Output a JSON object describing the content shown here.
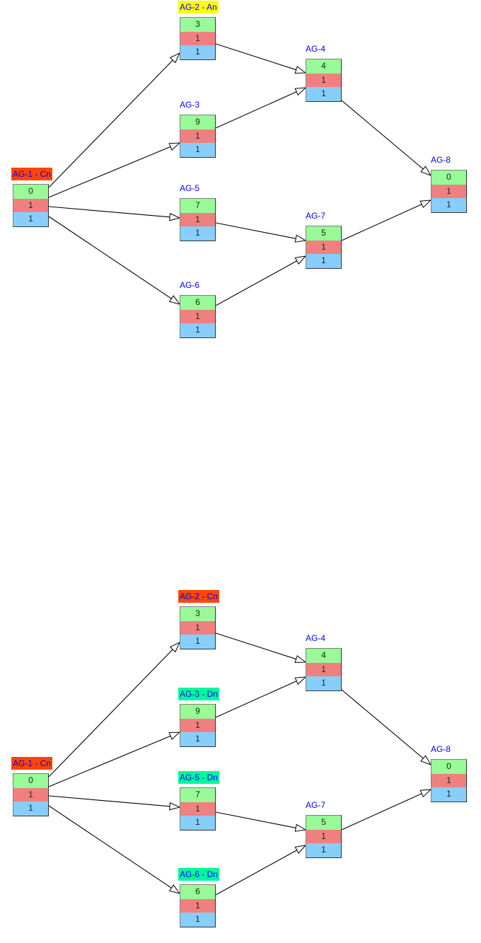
{
  "colors": {
    "row1": "#98fb98",
    "row2": "#f08080",
    "row3": "#87cefa",
    "label_text": "#0000ff",
    "status_Cn": "#ff4500",
    "status_An": "#ffff00",
    "status_Dn": "#00fa9a"
  },
  "graphs": [
    {
      "nodes": [
        {
          "id": "AG-1",
          "label": "AG-1 - Cn",
          "status": "Cn",
          "values": [
            "0",
            "1",
            "1"
          ]
        },
        {
          "id": "AG-2",
          "label": "AG-2 - An",
          "status": "An",
          "values": [
            "3",
            "1",
            "1"
          ]
        },
        {
          "id": "AG-3",
          "label": "AG-3",
          "status": "",
          "values": [
            "9",
            "1",
            "1"
          ]
        },
        {
          "id": "AG-4",
          "label": "AG-4",
          "status": "",
          "values": [
            "4",
            "1",
            "1"
          ]
        },
        {
          "id": "AG-5",
          "label": "AG-5",
          "status": "",
          "values": [
            "7",
            "1",
            "1"
          ]
        },
        {
          "id": "AG-6",
          "label": "AG-6",
          "status": "",
          "values": [
            "6",
            "1",
            "1"
          ]
        },
        {
          "id": "AG-7",
          "label": "AG-7",
          "status": "",
          "values": [
            "5",
            "1",
            "1"
          ]
        },
        {
          "id": "AG-8",
          "label": "AG-8",
          "status": "",
          "values": [
            "0",
            "1",
            "1"
          ]
        }
      ],
      "edges": [
        {
          "from": "AG-1",
          "to": "AG-2"
        },
        {
          "from": "AG-1",
          "to": "AG-3"
        },
        {
          "from": "AG-1",
          "to": "AG-5"
        },
        {
          "from": "AG-1",
          "to": "AG-6"
        },
        {
          "from": "AG-2",
          "to": "AG-4"
        },
        {
          "from": "AG-3",
          "to": "AG-4"
        },
        {
          "from": "AG-5",
          "to": "AG-7"
        },
        {
          "from": "AG-6",
          "to": "AG-7"
        },
        {
          "from": "AG-4",
          "to": "AG-8"
        },
        {
          "from": "AG-7",
          "to": "AG-8"
        }
      ]
    },
    {
      "nodes": [
        {
          "id": "AG-1",
          "label": "AG-1 - Cn",
          "status": "Cn",
          "values": [
            "0",
            "1",
            "1"
          ]
        },
        {
          "id": "AG-2",
          "label": "AG-2 - Cn",
          "status": "Cn",
          "values": [
            "3",
            "1",
            "1"
          ]
        },
        {
          "id": "AG-3",
          "label": "AG-3 - Dn",
          "status": "Dn",
          "values": [
            "9",
            "1",
            "1"
          ]
        },
        {
          "id": "AG-4",
          "label": "AG-4",
          "status": "",
          "values": [
            "4",
            "1",
            "1"
          ]
        },
        {
          "id": "AG-5",
          "label": "AG-5 - Dn",
          "status": "Dn",
          "values": [
            "7",
            "1",
            "1"
          ]
        },
        {
          "id": "AG-6",
          "label": "AG-6 - Dn",
          "status": "Dn",
          "values": [
            "6",
            "1",
            "1"
          ]
        },
        {
          "id": "AG-7",
          "label": "AG-7",
          "status": "",
          "values": [
            "5",
            "1",
            "1"
          ]
        },
        {
          "id": "AG-8",
          "label": "AG-8",
          "status": "",
          "values": [
            "0",
            "1",
            "1"
          ]
        }
      ],
      "edges": [
        {
          "from": "AG-1",
          "to": "AG-2"
        },
        {
          "from": "AG-1",
          "to": "AG-3"
        },
        {
          "from": "AG-1",
          "to": "AG-5"
        },
        {
          "from": "AG-1",
          "to": "AG-6"
        },
        {
          "from": "AG-2",
          "to": "AG-4"
        },
        {
          "from": "AG-3",
          "to": "AG-4"
        },
        {
          "from": "AG-5",
          "to": "AG-7"
        },
        {
          "from": "AG-6",
          "to": "AG-7"
        },
        {
          "from": "AG-4",
          "to": "AG-8"
        },
        {
          "from": "AG-7",
          "to": "AG-8"
        }
      ]
    }
  ]
}
